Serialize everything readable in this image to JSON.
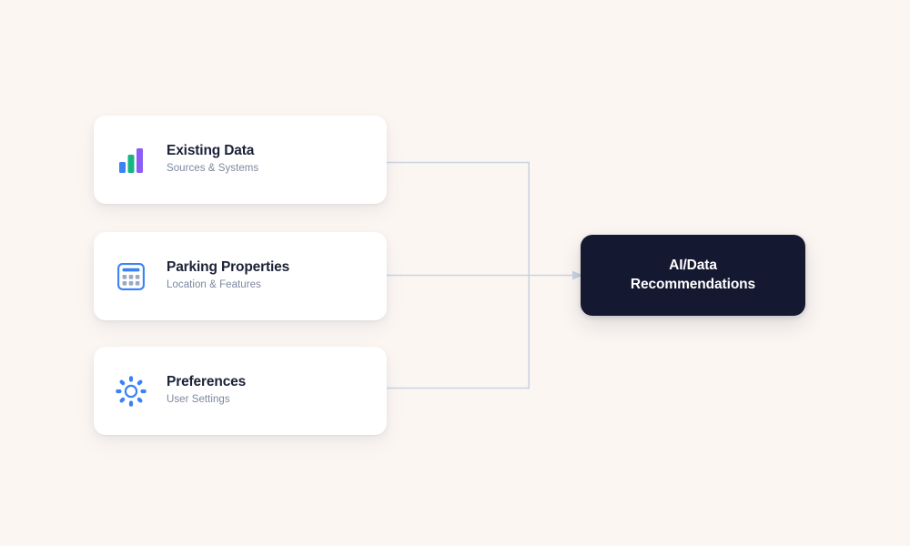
{
  "diagram": {
    "background_color": "#fbf6f2",
    "connector_color": "#c9d3e2",
    "sources": [
      {
        "id": "existing-data",
        "title": "Existing Data",
        "subtitle": "Sources & Systems",
        "icon": "bar-chart-icon",
        "icon_colors": [
          "#3b82f6",
          "#18b583",
          "#8b5cf6"
        ]
      },
      {
        "id": "parking-properties",
        "title": "Parking Properties",
        "subtitle": "Location & Features",
        "icon": "parking-grid-icon",
        "icon_colors": [
          "#3b82f6",
          "#9aa8c2"
        ]
      },
      {
        "id": "preferences",
        "title": "Preferences",
        "subtitle": "User Settings",
        "icon": "sun-settings-icon",
        "icon_colors": [
          "#3b82f6"
        ]
      }
    ],
    "destination": {
      "id": "ai-data-recommendations",
      "line1": "AI/Data",
      "line2": "Recommendations",
      "background_color": "#141831",
      "text_color": "#ffffff"
    }
  }
}
